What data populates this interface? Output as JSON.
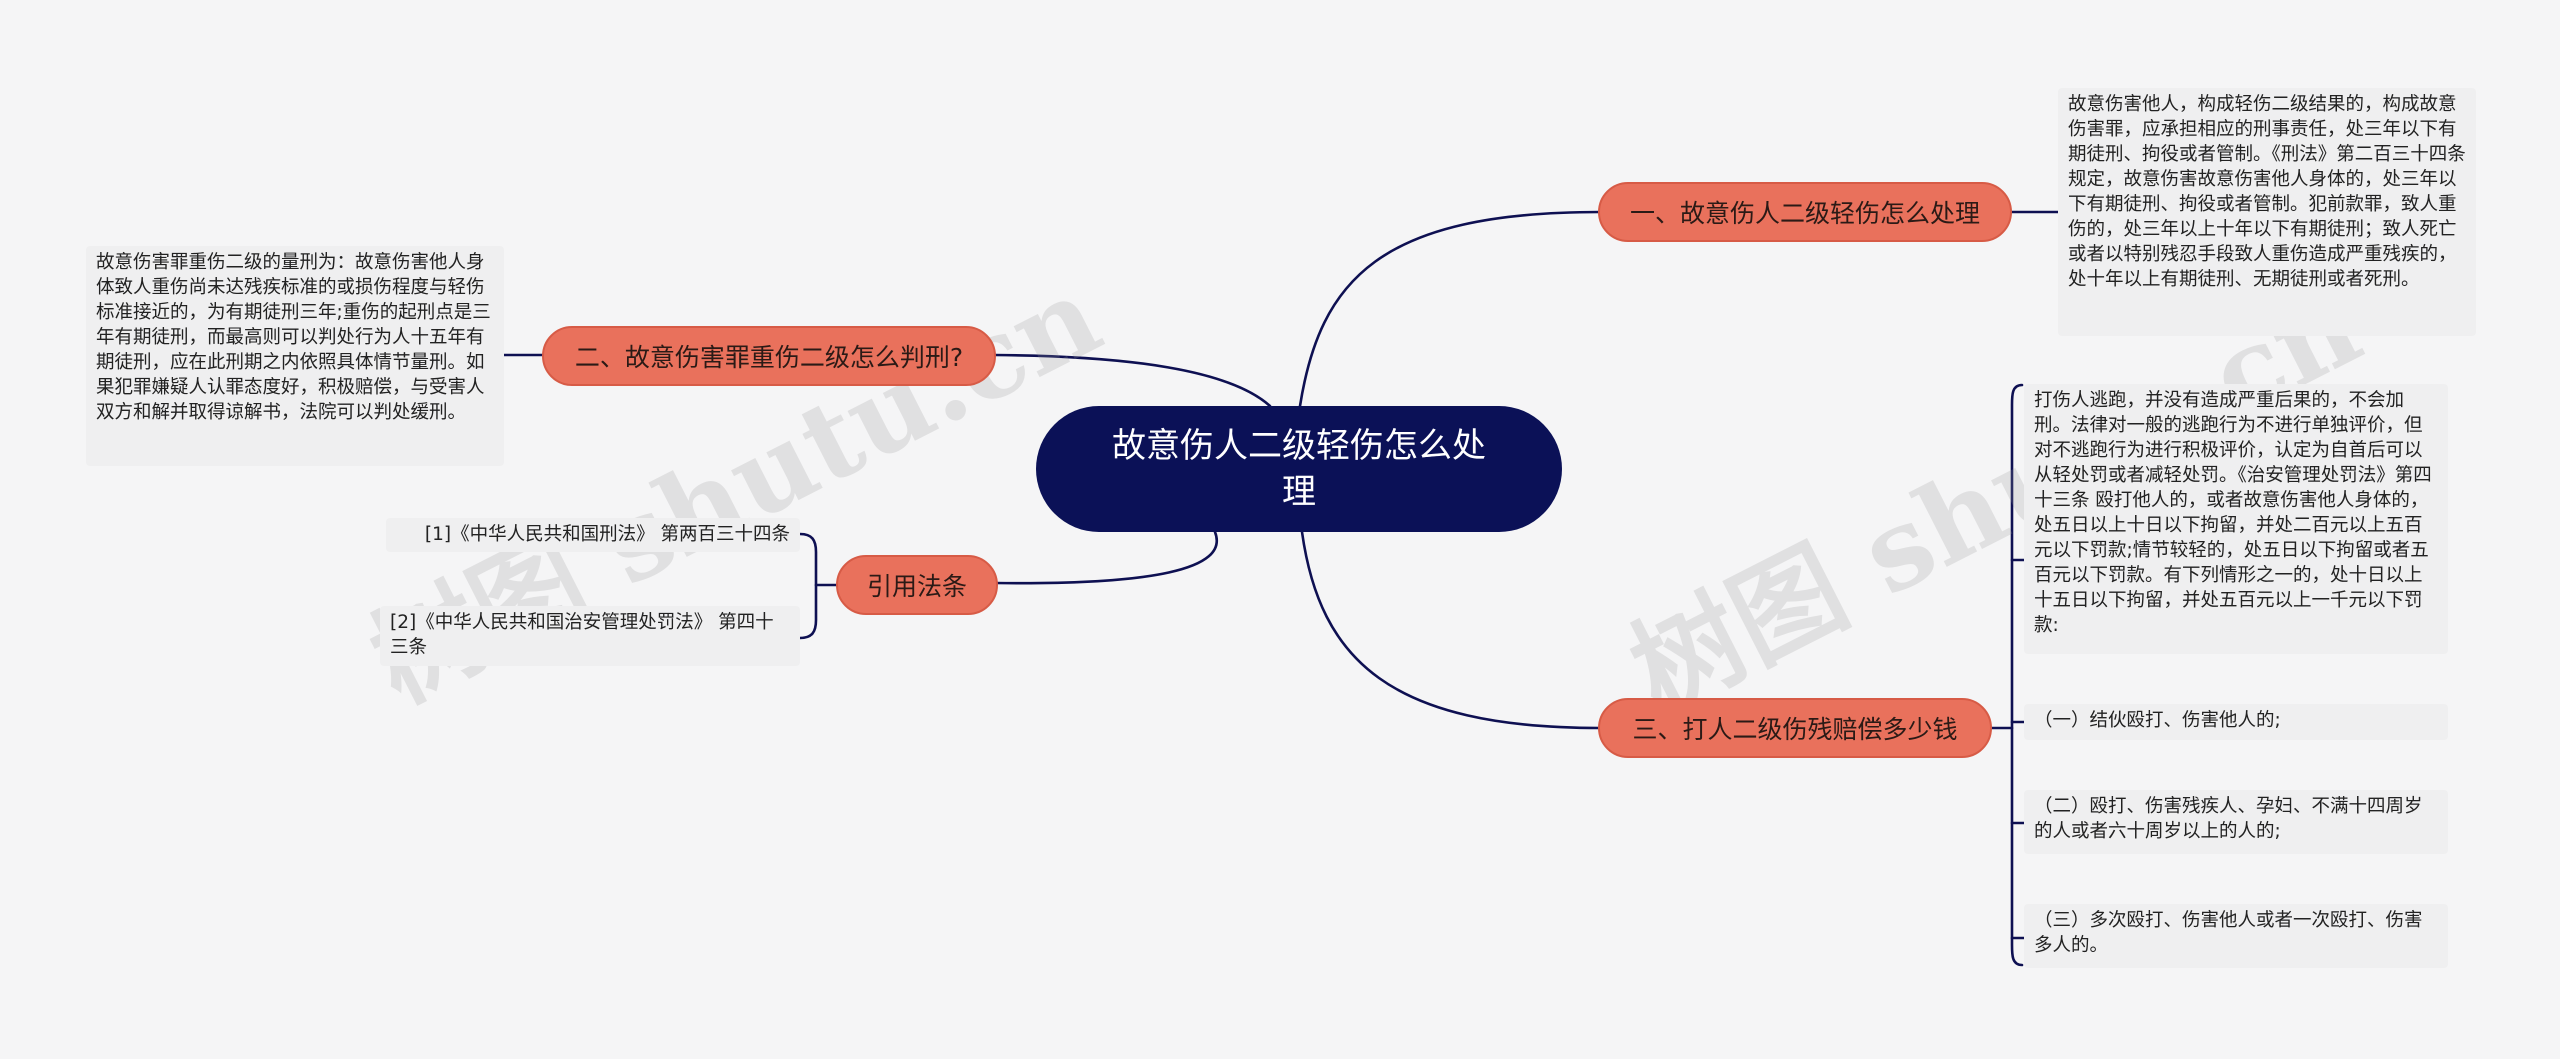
{
  "root": {
    "title": "故意伤人二级轻伤怎么处理"
  },
  "branches": {
    "b1": {
      "label": "一、故意伤人二级轻伤怎么处理"
    },
    "b2": {
      "label": "二、故意伤害罪重伤二级怎么判刑?"
    },
    "b3": {
      "label": "引用法条"
    },
    "b4": {
      "label": "三、打人二级伤残赔偿多少钱"
    }
  },
  "notes": {
    "b1_text": "故意伤害他人，构成轻伤二级结果的，构成故意伤害罪，应承担相应的刑事责任，处三年以下有期徒刑、拘役或者管制。《刑法》第二百三十四条规定，故意伤害故意伤害他人身体的，处三年以下有期徒刑、拘役或者管制。犯前款罪，致人重伤的，处三年以上十年以下有期徒刑；致人死亡或者以特别残忍手段致人重伤造成严重残疾的，处十年以上有期徒刑、无期徒刑或者死刑。",
    "b2_text": "故意伤害罪重伤二级的量刑为：故意伤害他人身体致人重伤尚未达残疾标准的或损伤程度与轻伤标准接近的，为有期徒刑三年;重伤的起刑点是三年有期徒刑，而最高则可以判处行为人十五年有期徒刑，应在此刑期之内依照具体情节量刑。如果犯罪嫌疑人认罪态度好，积极赔偿，与受害人双方和解并取得谅解书，法院可以判处缓刑。",
    "ref1": "[1]《中华人民共和国刑法》 第两百三十四条",
    "ref2": "[2]《中华人民共和国治安管理处罚法》 第四十三条",
    "b4_main": "打伤人逃跑，并没有造成严重后果的，不会加刑。法律对一般的逃跑行为不进行单独评价，但对不逃跑行为进行积极评价，认定为自首后可以从轻处罚或者减轻处罚。《治安管理处罚法》第四十三条 殴打他人的，或者故意伤害他人身体的，处五日以上十日以下拘留，并处二百元以上五百元以下罚款;情节较轻的，处五日以下拘留或者五百元以下罚款。有下列情形之一的，处十日以上十五日以下拘留，并处五百元以上一千元以下罚款:",
    "b4_item1": "（一）结伙殴打、伤害他人的;",
    "b4_item2": "（二）殴打、伤害残疾人、孕妇、不满十四周岁的人或者六十周岁以上的人的;",
    "b4_item3": "（三）多次殴打、伤害他人或者一次殴打、伤害多人的。"
  },
  "watermarks": [
    "树图 shutu.cn",
    "树图 shutu.cn"
  ],
  "colors": {
    "root": "#0b1157",
    "branch": "#e9715c",
    "line": "#0e1052",
    "note": "#efeff0"
  }
}
